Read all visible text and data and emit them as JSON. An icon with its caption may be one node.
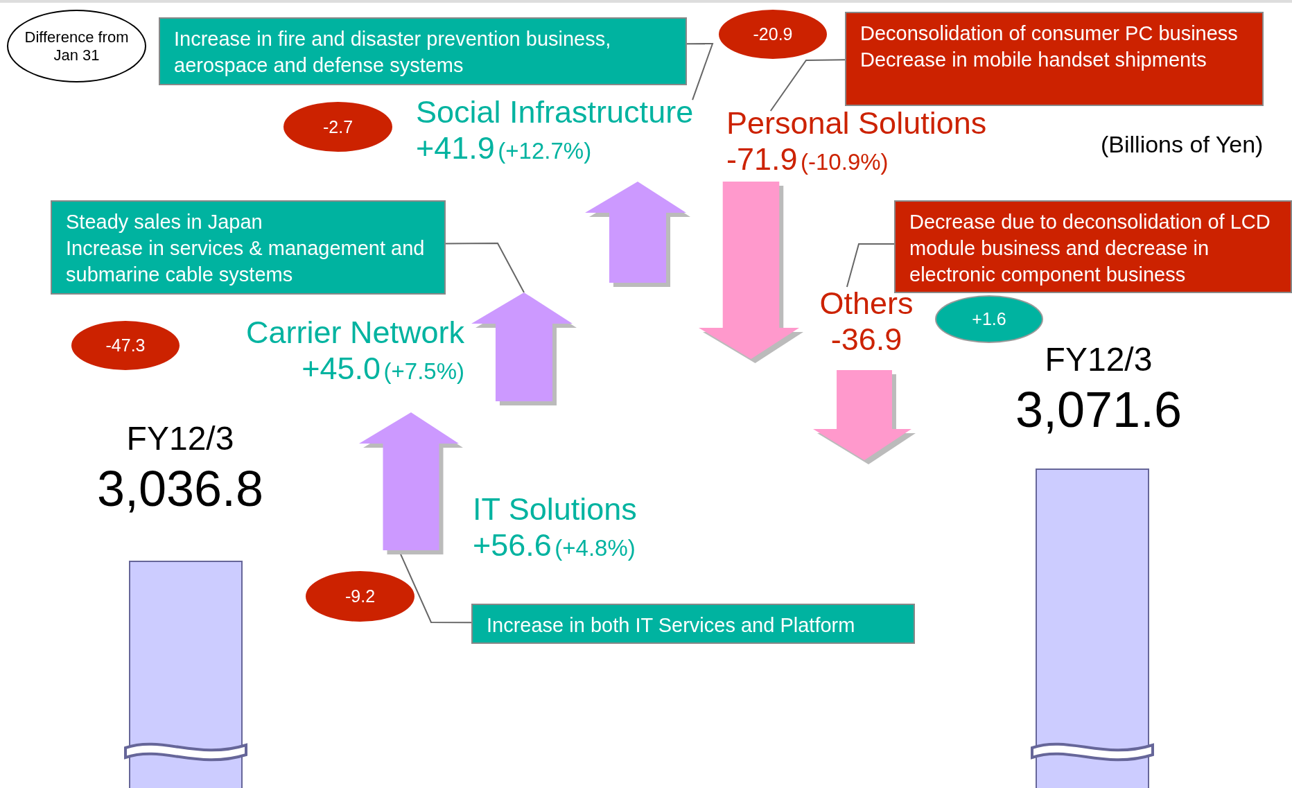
{
  "diagram": {
    "nodes": [
      {
        "text": [
          "Difference from Jan 31"
        ]
      },
      {
        "text": [
          "Increase in fire and disaster prevention business, aerospace and defense systems"
        ]
      },
      {
        "text": [
          "-20.9"
        ]
      },
      {
        "text": [
          "Deconsolidation of consumer PC business",
          "Decrease in mobile handset shipments"
        ]
      },
      {
        "text": [
          "-2.7"
        ]
      },
      {
        "text": [
          "Social Infrastructure",
          "+41.9",
          "(+12.7%)"
        ]
      },
      {
        "text": [
          "Personal Solutions",
          "-71.9",
          "(-10.9%)"
        ]
      },
      {
        "text": [],
        "shape": "arrow"
      },
      {
        "text": [],
        "shape": "arrow"
      },
      {
        "text": [
          "Steady sales in Japan",
          "Increase in services & management and submarine cable systems"
        ]
      },
      {
        "text": [
          "Decrease due to deconsolidation of LCD module business and decrease in electronic component business"
        ]
      },
      {
        "text": [
          "Others",
          "-36.9"
        ]
      },
      {
        "text": [],
        "shape": "arrow"
      },
      {
        "text": [
          "+1.6"
        ]
      },
      {
        "text": [
          "-47.3"
        ]
      },
      {
        "text": [
          "Carrier Network",
          "+45.0",
          "(+7.5%)"
        ]
      },
      {
        "text": [],
        "shape": "arrow"
      },
      {
        "text": [],
        "shape": "bar",
        "beside": [
          "FY12/3",
          "3,036.8"
        ]
      },
      {
        "text": [],
        "shape": "bar",
        "beside": [
          "FY12/3",
          "3,071.6"
        ]
      },
      {
        "text": [],
        "shape": "arrow"
      },
      {
        "text": [
          "IT Solutions",
          "+56.6",
          "(+4.8%)"
        ]
      },
      {
        "text": [
          "-9.2"
        ]
      },
      {
        "text": [
          "Increase in both IT Services and Platform"
        ]
      }
    ],
    "edges": [
      {
        "from": 1,
        "to": 5,
        "arrow": "none"
      },
      {
        "from": 3,
        "to": 6,
        "arrow": "none"
      },
      {
        "from": 9,
        "to": 12,
        "arrow": "none"
      },
      {
        "from": 10,
        "to": 11,
        "arrow": "none"
      },
      {
        "from": 22,
        "to": 19,
        "arrow": "none"
      }
    ],
    "labels": [
      "(Billions of Yen)"
    ]
  }
}
